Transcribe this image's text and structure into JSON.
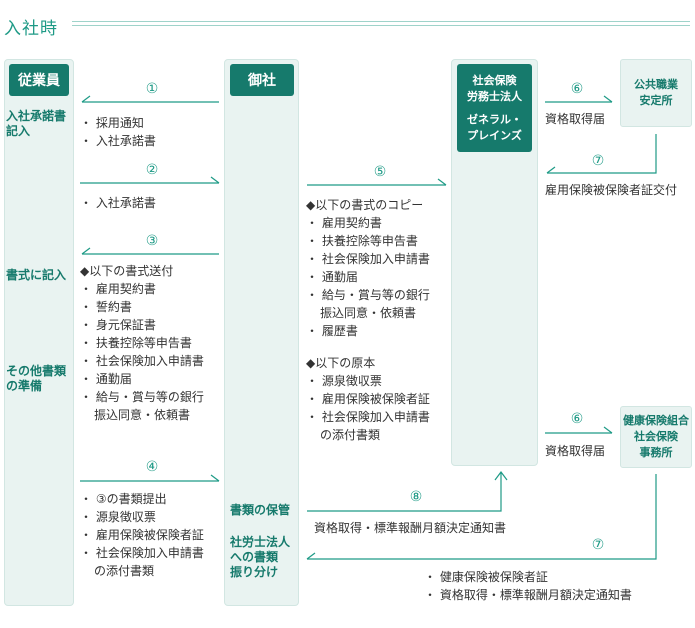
{
  "title": "入社時",
  "lanes": {
    "employee": "従業員",
    "company": "御社",
    "office_l1": "社会保険",
    "office_l2": "労務士法人",
    "office_l3": "ゼネラル・",
    "office_l4": "プレインズ",
    "hello_l1": "公共職業",
    "hello_l2": "安定所",
    "health_l1": "健康保険組合",
    "health_l2": "社会保険",
    "health_l3": "事務所"
  },
  "employee_labels": {
    "a1": "入社承諾書",
    "a2": "記入",
    "b1": "書式に記入",
    "c1": "その他書類",
    "c2": "の準備"
  },
  "company_labels": {
    "storage": "書類の保管",
    "sort_l1": "社労士法人",
    "sort_l2": "への書類",
    "sort_l3": "振り分け"
  },
  "steps": {
    "s1": "①",
    "s2": "②",
    "s3": "③",
    "s4": "④",
    "s5": "⑤",
    "s6a": "⑥",
    "s6b": "⑥",
    "s7a": "⑦",
    "s7b": "⑦",
    "s8": "⑧"
  },
  "step1_items": [
    "採用通知",
    "入社承諾書"
  ],
  "step2_items": [
    "入社承諾書"
  ],
  "step3": {
    "head": "◆以下の書式送付",
    "items": [
      "雇用契約書",
      "誓約書",
      "身元保証書",
      "扶養控除等申告書",
      "社会保険加入申請書",
      "通勤届",
      "給与・賞与等の銀行"
    ],
    "cont": "振込同意・依頼書"
  },
  "step4": {
    "items": [
      "③の書類提出",
      "源泉徴収票",
      "雇用保険被保険者証",
      "社会保険加入申請書"
    ],
    "cont": "の添付書類"
  },
  "step5": {
    "head1": "◆以下の書式のコピー",
    "items1": [
      "雇用契約書",
      "扶養控除等申告書",
      "社会保険加入申請書",
      "通勤届",
      "給与・賞与等の銀行"
    ],
    "cont1": "振込同意・依頼書",
    "items1b": [
      "履歴書"
    ],
    "head2": "◆以下の原本",
    "items2": [
      "源泉徴収票",
      "雇用保険被保険者証",
      "社会保険加入申請書"
    ],
    "cont2": "の添付書類"
  },
  "step6_text": "資格取得届",
  "step6b_text": "資格取得届",
  "step7a_text": "雇用保険被保険者証交付",
  "step8_text": "資格取得・標準報酬月額決定通知書",
  "step7b_items": [
    "健康保険被保険者証",
    "資格取得・標準報酬月額決定通知書"
  ],
  "colors": {
    "accent": "#1e9a86",
    "header": "#167a6c",
    "lane": "#e9f3f1"
  }
}
